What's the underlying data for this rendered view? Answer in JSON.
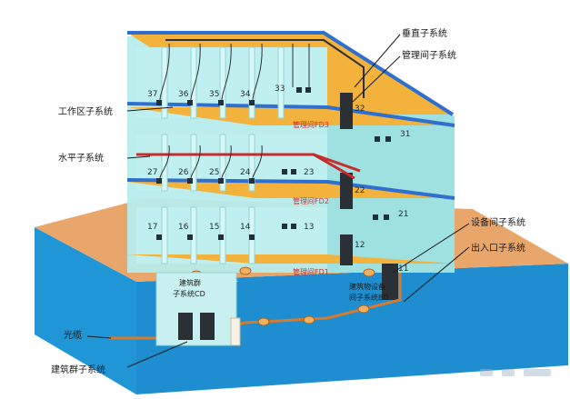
{
  "labels": {
    "vertical": "垂直子系统",
    "equipment_room": "管理间子系统",
    "work_area": "工作区子系统",
    "horizontal": "水平子系统",
    "equipment_subsystem": "设备间子系统",
    "entrance": "出入口子系统",
    "campus_sub": "建筑群子系统",
    "fiber": "光缆"
  },
  "floors": {
    "top": {
      "rooms": [
        "37",
        "36",
        "35",
        "34",
        "33"
      ],
      "closet_room": "32",
      "side_room": "31",
      "closet_label": "管理间FD3"
    },
    "mid": {
      "rooms": [
        "27",
        "26",
        "25",
        "24",
        "23"
      ],
      "closet_room": "22",
      "side_room": "21",
      "closet_label": "管理间FD2"
    },
    "ground": {
      "rooms": [
        "17",
        "16",
        "15",
        "14",
        "13"
      ],
      "closet_room": "12",
      "side_room": "11",
      "closet_label": "管理间FD1"
    }
  },
  "campus_box": {
    "line1": "建筑群",
    "line2": "子系统CD"
  },
  "building_box": {
    "line1": "建筑物设备",
    "line2": "间子系统BD"
  },
  "colors": {
    "floor_band": "#f3b23b",
    "floor_edge": "#2f6fd0",
    "wall": "#a8e6e6",
    "ground": "#e8a66a",
    "water": "#2aa6e8",
    "cable_red": "#c92a2a",
    "cable_orange": "#d97a2a"
  }
}
